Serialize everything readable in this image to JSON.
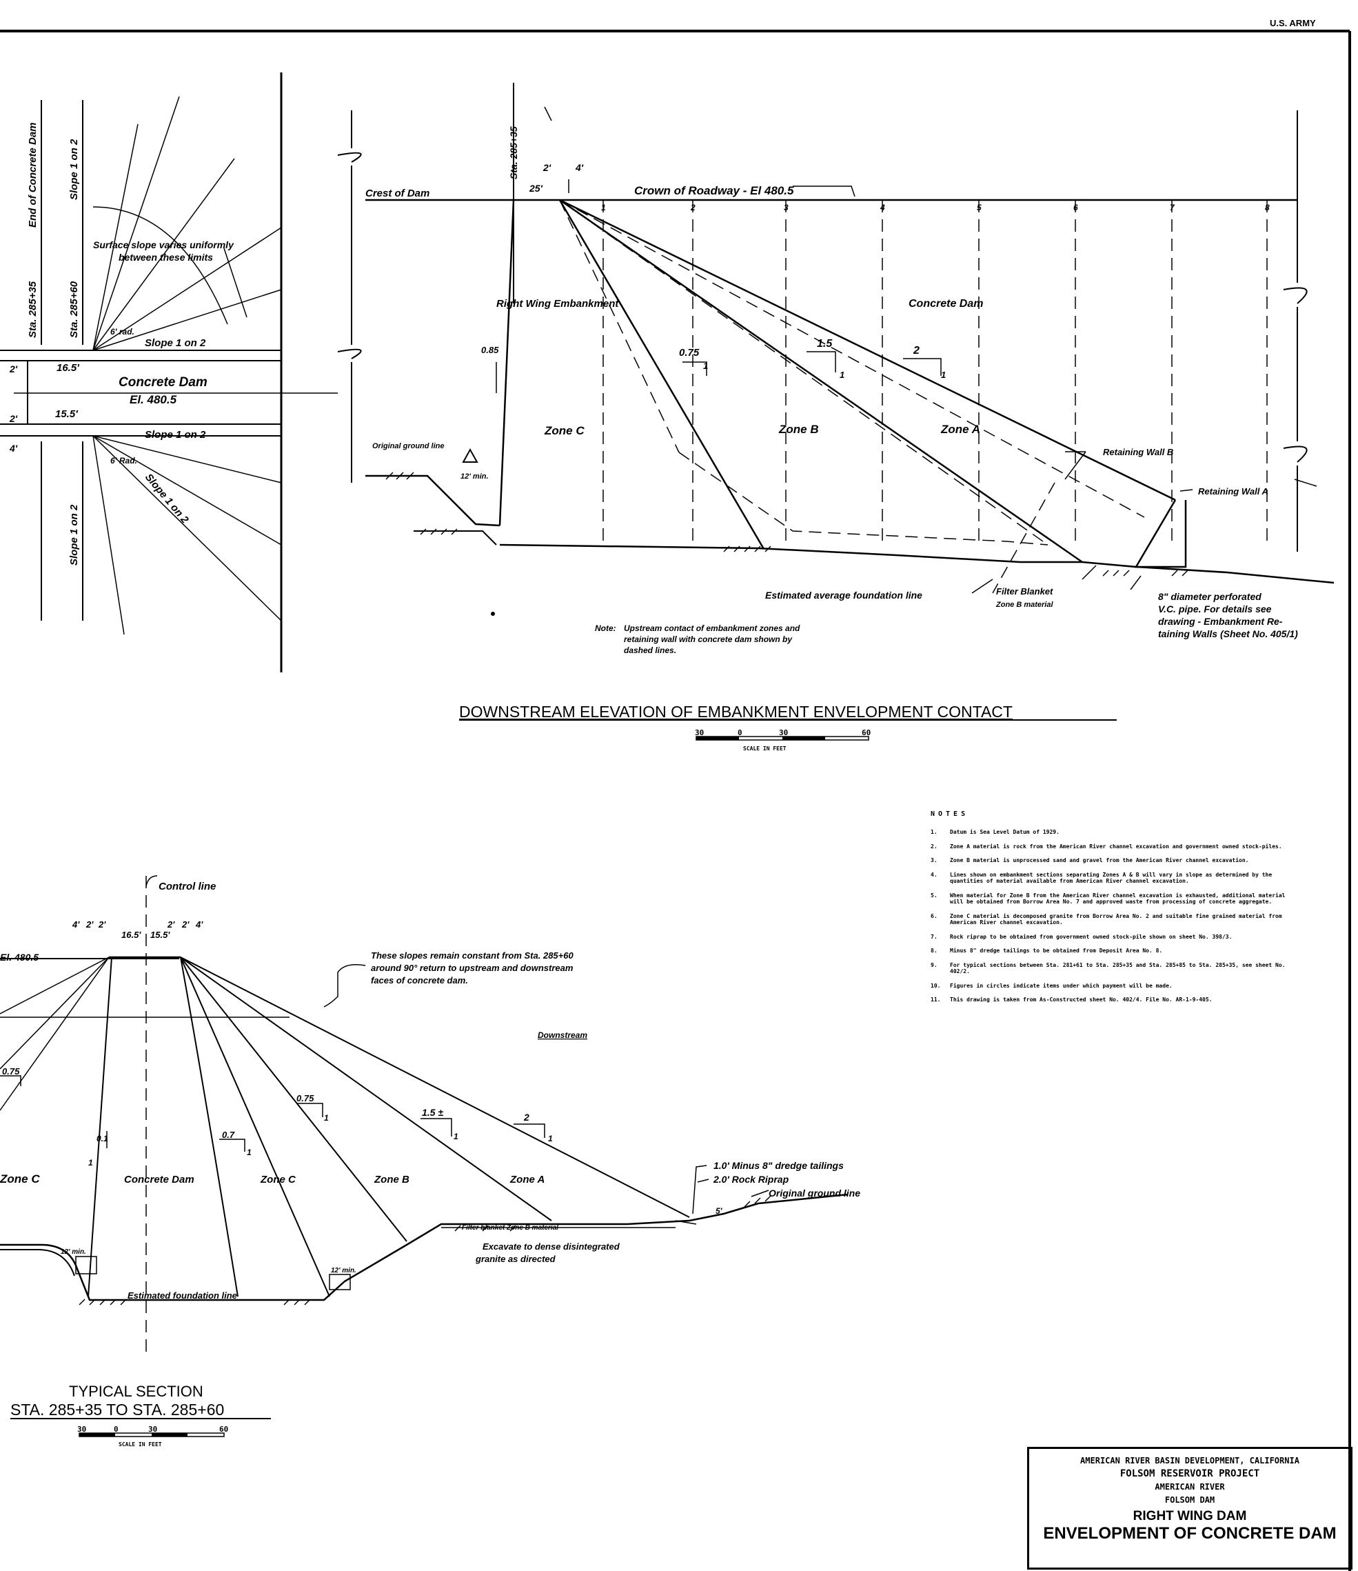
{
  "header": {
    "stamp": "U.S. ARMY"
  },
  "upper_left_plan": {
    "station_labels": [
      "Sta. 285+35",
      "Sta. 285+60"
    ],
    "end_label": "End of Concrete Dam",
    "slope_top": "Slope 1 on 2",
    "surface_note_1": "Surface slope varies uniformly",
    "surface_note_2": "between these limits",
    "radius_top": "6' rad.",
    "slope_mid_top": "Slope 1 on 2",
    "dim_top": "16.5'",
    "dam_label": "Concrete Dam",
    "el_label": "El. 480.5",
    "dim_bottom": "15.5'",
    "slope_mid_bottom": "Slope 1 on 2",
    "radius_bottom": "6' Rad.",
    "slope_diag": "Slope 1 on 2",
    "slope_bottom": "Slope 1 on 2",
    "dim_2a": "2'",
    "dim_2b": "2'",
    "dim_4": "4'"
  },
  "elevation": {
    "station": "Sta. 285+35",
    "crest_label": "Crest of Dam",
    "dim_2": "2'",
    "dim_4": "4'",
    "dim_25": "25'",
    "roadway_label": "Crown of Roadway - El 480.5",
    "grid_numbers": [
      "1",
      "2",
      "3",
      "4",
      "5",
      "6",
      "7",
      "8"
    ],
    "right_wing_label": "Right Wing Embankment",
    "concrete_dam_label": "Concrete Dam",
    "slope_085": "0.85",
    "slope_075": "0.75",
    "slope_15": "1.5",
    "slope_2": "2",
    "slope_1": "1",
    "zone_c": "Zone C",
    "zone_b": "Zone B",
    "zone_a": "Zone A",
    "original_ground": "Original ground line",
    "dim_12min": "12' min.",
    "retaining_b": "Retaining Wall B",
    "retaining_a": "Retaining Wall A",
    "foundation_label": "Estimated average foundation line",
    "filter_label_1": "Filter Blanket",
    "filter_label_2": "Zone B material",
    "pipe_note_1": "8\" diameter perforated",
    "pipe_note_2": "V.C. pipe. For details see",
    "pipe_note_3": "drawing - Embankment Re-",
    "pipe_note_4": "taining Walls (Sheet No. 405/1)",
    "note_prefix": "Note:",
    "note_1": "Upstream contact of embankment zones and",
    "note_2": "retaining wall with concrete dam shown by",
    "note_3": "dashed lines.",
    "title": "DOWNSTREAM ELEVATION OF EMBANKMENT ENVELOPMENT CONTACT",
    "scale_ticks": [
      "30",
      "0",
      "30",
      "60"
    ],
    "scale_label": "SCALE IN FEET"
  },
  "section": {
    "control_line": "Control line",
    "dims": [
      "4'",
      "2'",
      "2'",
      "16.5'",
      "15.5'",
      "2'",
      "2'",
      "4'"
    ],
    "el_label": "El. 480.5",
    "slopes_note_1": "These slopes remain constant from Sta. 285+60",
    "slopes_note_2": "around 90° return to upstream and downstream",
    "slopes_note_3": "faces of concrete dam.",
    "downstream": "Downstream",
    "slope_075_left": "0.75",
    "slope_01": "0.1",
    "slope_07": "0.7",
    "slope_075": "0.75",
    "slope_15": "1.5 ±",
    "slope_2": "2",
    "slope_1": "1",
    "zone_c_left": "Zone C",
    "concrete_dam": "Concrete Dam",
    "zone_c": "Zone C",
    "zone_b": "Zone B",
    "zone_a": "Zone A",
    "tailings": "1.0' Minus 8\" dredge tailings",
    "riprap": "2.0' Rock Riprap",
    "original_ground": "Original ground line",
    "dim_5": "5'",
    "filter_blanket": "Filter blanket Zone B material",
    "excavate_1": "Excavate to dense disintegrated",
    "excavate_2": "granite as directed",
    "dim_12min_a": "12' min.",
    "dim_12min_b": "12' min.",
    "foundation": "Estimated foundation line",
    "title_1": "TYPICAL SECTION",
    "title_2": "STA. 285+35 TO STA. 285+60",
    "scale_ticks": [
      "30",
      "0",
      "30",
      "60"
    ],
    "scale_label": "SCALE IN FEET"
  },
  "notes": {
    "heading": "NOTES",
    "items": [
      {
        "num": "1.",
        "text": "Datum is Sea Level Datum of 1929."
      },
      {
        "num": "2.",
        "text": "Zone A material is rock from the American River channel excavation and government owned stock-piles."
      },
      {
        "num": "3.",
        "text": "Zone B material is unprocessed sand and gravel from the American River channel excavation."
      },
      {
        "num": "4.",
        "text": "Lines shown on embankment sections separating Zones A & B will vary in slope as determined by the quantities of material available from American River channel excavation."
      },
      {
        "num": "5.",
        "text": "When material for Zone B from the American River channel excavation is exhausted, additional material will be obtained from Borrow Area No. 7 and approved waste from processing of concrete aggregate."
      },
      {
        "num": "6.",
        "text": "Zone C material is decomposed granite from Borrow Area No. 2 and suitable fine grained material from American River channel excavation."
      },
      {
        "num": "7.",
        "text": "Rock riprap to be obtained from government owned stock-pile shown on sheet No. 398/3."
      },
      {
        "num": "8.",
        "text": "Minus 8\" dredge tailings to be obtained from Deposit Area No. 8."
      },
      {
        "num": "9.",
        "text": "For typical sections between Sta. 281+61 to Sta. 285+35 and Sta. 285+85 to Sta. 285+35, see sheet No. 402/2."
      },
      {
        "num": "10.",
        "text": "Figures in circles indicate items under which payment will be made."
      },
      {
        "num": "11.",
        "text": "This drawing is taken from As-Constructed sheet No. 402/4. File No. AR-1-9-405."
      }
    ]
  },
  "title_block": {
    "org": "AMERICAN RIVER BASIN DEVELOPMENT, CALIFORNIA",
    "project": "FOLSOM RESERVOIR PROJECT",
    "river": "AMERICAN RIVER",
    "dam": "FOLSOM DAM",
    "wing": "RIGHT WING DAM",
    "title": "ENVELOPMENT OF CONCRETE DAM"
  }
}
